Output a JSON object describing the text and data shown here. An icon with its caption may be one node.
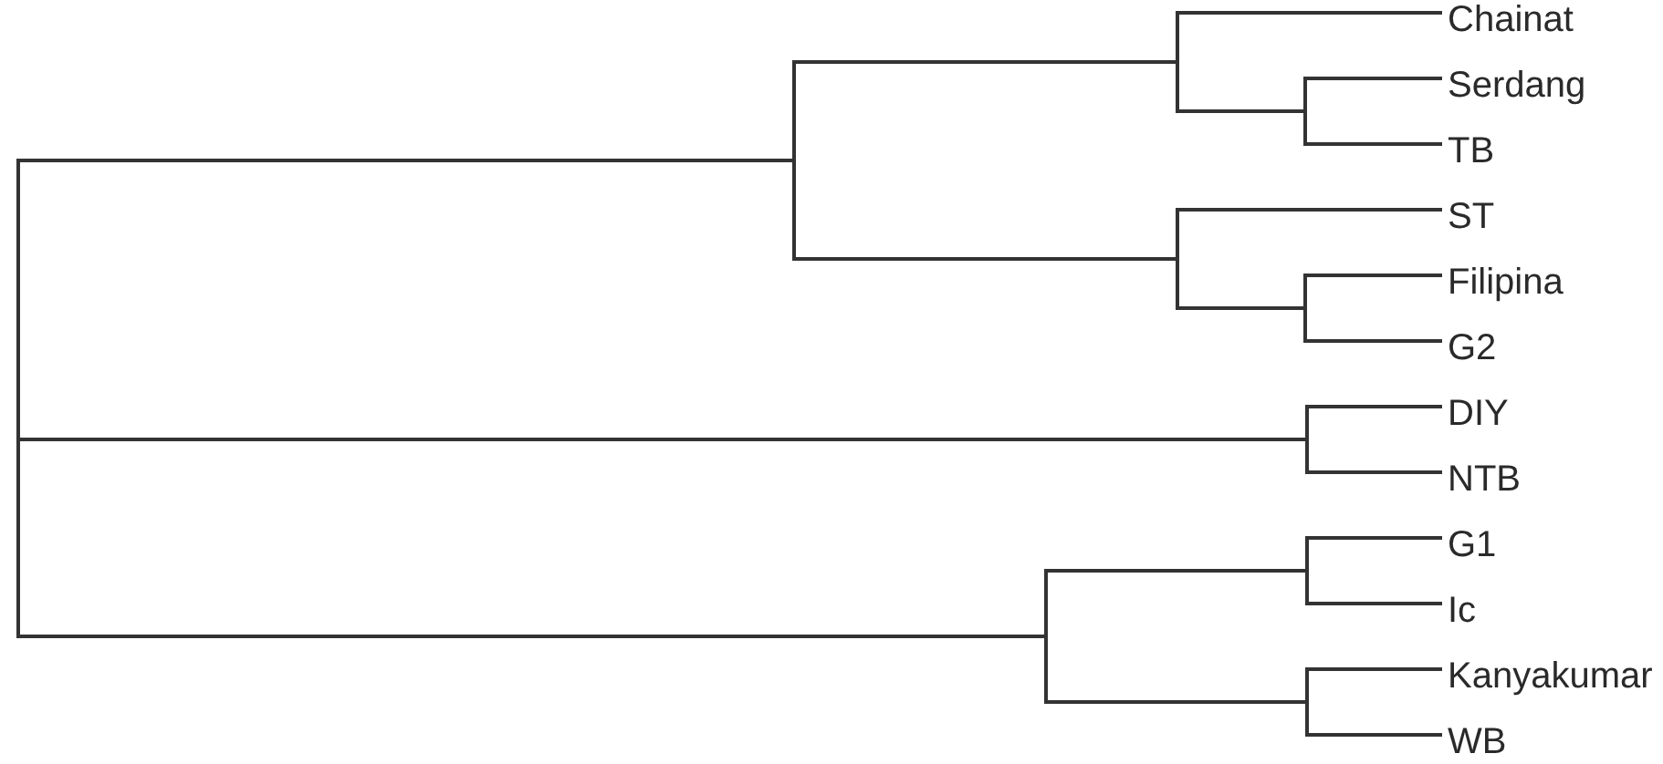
{
  "diagram": {
    "nodes": [
      {
        "text": [],
        "shape": "bar"
      },
      {
        "text": [],
        "shape": "bar"
      },
      {
        "text": [],
        "shape": "bar"
      },
      {
        "text": [
          "Chainat"
        ]
      },
      {
        "text": [],
        "shape": "bar"
      },
      {
        "text": [
          "Serdang"
        ]
      },
      {
        "text": [
          "TB"
        ]
      },
      {
        "text": [],
        "shape": "bar"
      },
      {
        "text": [
          "ST"
        ]
      },
      {
        "text": [],
        "shape": "bar"
      },
      {
        "text": [
          "Filipina"
        ]
      },
      {
        "text": [
          "G2"
        ]
      },
      {
        "text": [],
        "shape": "bar"
      },
      {
        "text": [
          "DIY"
        ]
      },
      {
        "text": [
          "NTB"
        ]
      },
      {
        "text": [],
        "shape": "bar"
      },
      {
        "text": [],
        "shape": "bar"
      },
      {
        "text": [
          "G1"
        ]
      },
      {
        "text": [
          "Ic"
        ]
      },
      {
        "text": [],
        "shape": "bar"
      },
      {
        "text": [
          "Kanyakumar"
        ]
      },
      {
        "text": [
          "WB"
        ]
      }
    ],
    "edges": [
      {
        "from": 0,
        "to": 1,
        "arrow": "none"
      },
      {
        "from": 0,
        "to": 12,
        "arrow": "none"
      },
      {
        "from": 0,
        "to": 15,
        "arrow": "none"
      },
      {
        "from": 1,
        "to": 2,
        "arrow": "none"
      },
      {
        "from": 1,
        "to": 7,
        "arrow": "none"
      },
      {
        "from": 2,
        "to": 3,
        "arrow": "none"
      },
      {
        "from": 2,
        "to": 4,
        "arrow": "none"
      },
      {
        "from": 4,
        "to": 5,
        "arrow": "none"
      },
      {
        "from": 4,
        "to": 6,
        "arrow": "none"
      },
      {
        "from": 7,
        "to": 8,
        "arrow": "none"
      },
      {
        "from": 7,
        "to": 9,
        "arrow": "none"
      },
      {
        "from": 9,
        "to": 10,
        "arrow": "none"
      },
      {
        "from": 9,
        "to": 11,
        "arrow": "none"
      },
      {
        "from": 12,
        "to": 13,
        "arrow": "none"
      },
      {
        "from": 12,
        "to": 14,
        "arrow": "none"
      },
      {
        "from": 15,
        "to": 16,
        "arrow": "none"
      },
      {
        "from": 15,
        "to": 19,
        "arrow": "none"
      },
      {
        "from": 16,
        "to": 17,
        "arrow": "none"
      },
      {
        "from": 16,
        "to": 18,
        "arrow": "none"
      },
      {
        "from": 19,
        "to": 20,
        "arrow": "none"
      },
      {
        "from": 19,
        "to": 21,
        "arrow": "none"
      }
    ]
  }
}
